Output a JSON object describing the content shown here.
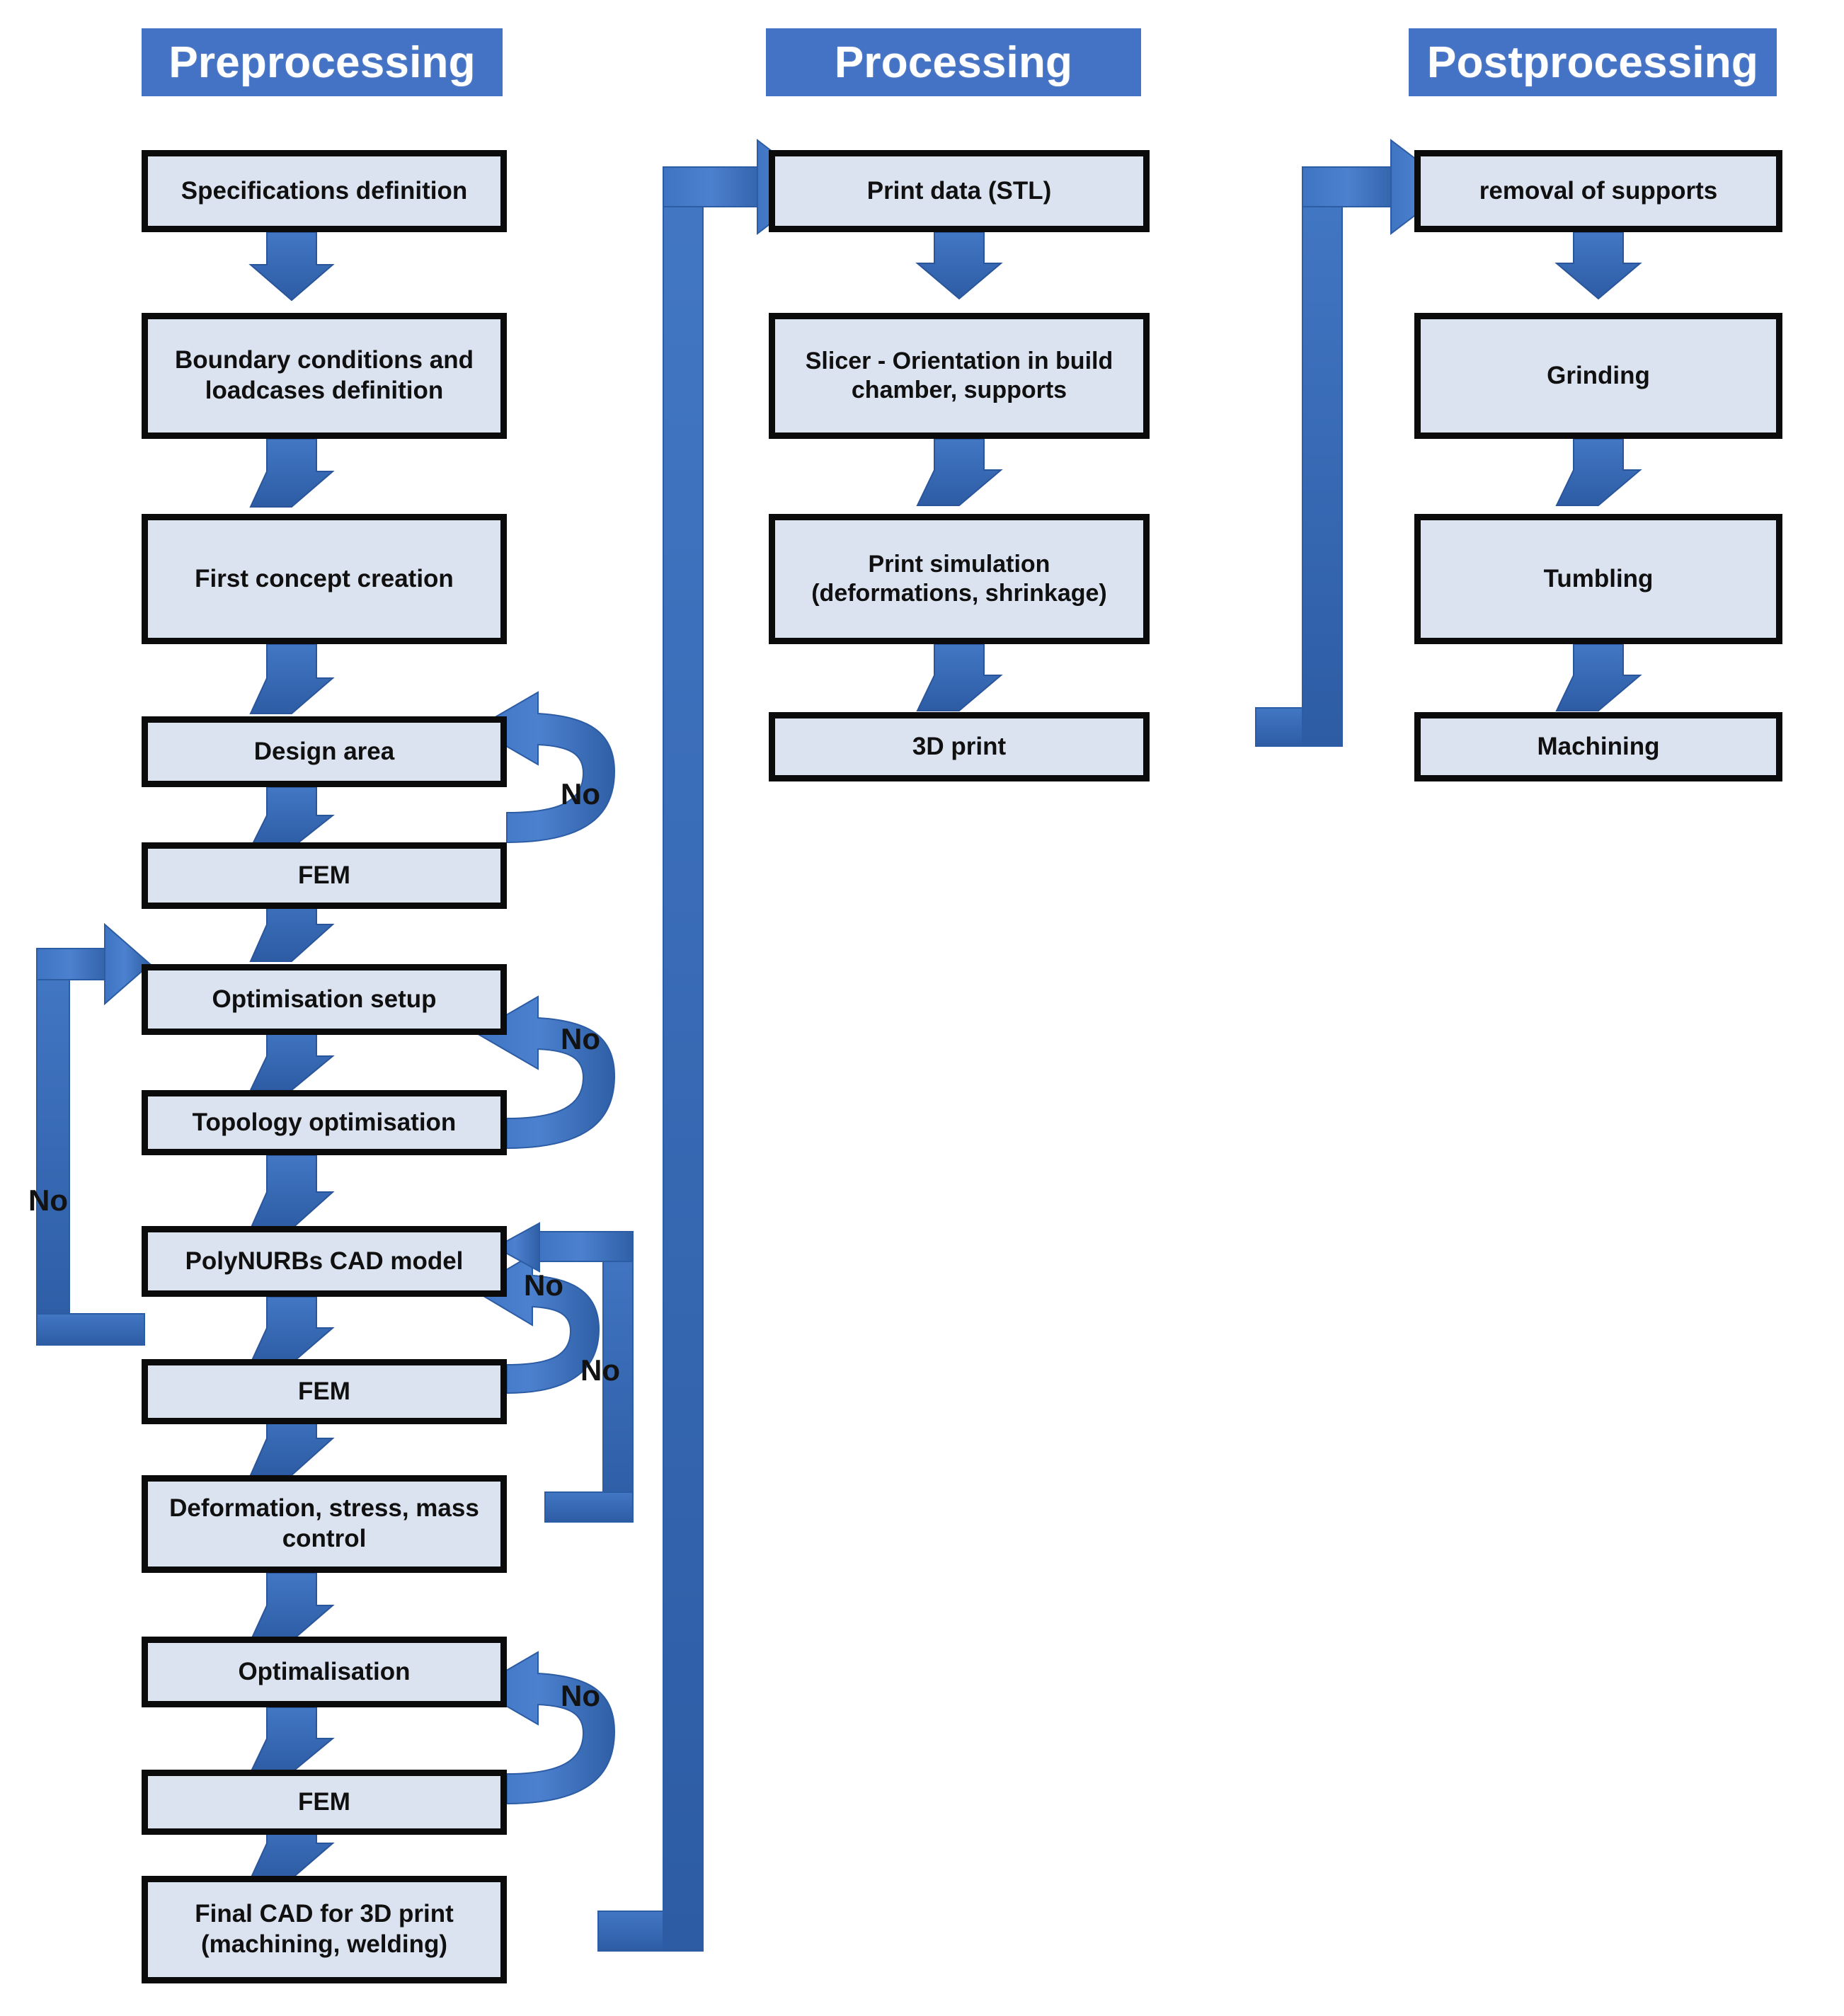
{
  "lanes": [
    {
      "id": "preprocessing",
      "title": "Preprocessing"
    },
    {
      "id": "processing",
      "title": "Processing"
    },
    {
      "id": "postprocessing",
      "title": "Postprocessing"
    }
  ],
  "preprocessing_nodes": [
    {
      "label": "Specifications definition"
    },
    {
      "label": "Boundary conditions and loadcases definition"
    },
    {
      "label": "First concept creation"
    },
    {
      "label": "Design area"
    },
    {
      "label": "FEM"
    },
    {
      "label": "Optimisation setup"
    },
    {
      "label": "Topology optimisation"
    },
    {
      "label": "PolyNURBs CAD model"
    },
    {
      "label": "FEM"
    },
    {
      "label": "Deformation, stress, mass control"
    },
    {
      "label": "Optimalisation"
    },
    {
      "label": "FEM"
    },
    {
      "label": "Final CAD for 3D print (machining, welding)"
    }
  ],
  "processing_nodes": [
    {
      "label": "Print data (STL)"
    },
    {
      "label": "Slicer - Orientation in build chamber, supports"
    },
    {
      "label": "Print simulation (deformations, shrinkage)"
    },
    {
      "label": "3D print"
    }
  ],
  "postprocessing_nodes": [
    {
      "label": "removal of supports"
    },
    {
      "label": "Grinding"
    },
    {
      "label": "Tumbling"
    },
    {
      "label": "Machining"
    }
  ],
  "decision_labels": [
    {
      "id": "no-design-fem",
      "text": "No"
    },
    {
      "id": "no-optsetup-topology",
      "text": "No"
    },
    {
      "id": "no-polynurbs-fem",
      "text": "No"
    },
    {
      "id": "no-deformation-polynurbs",
      "text": "No"
    },
    {
      "id": "no-fem-optsetup-left",
      "text": "No"
    },
    {
      "id": "no-optimalisation-fem",
      "text": "No"
    }
  ],
  "colors": {
    "lane_header_bg": "#4472C4",
    "lane_header_text": "#FFFFFF",
    "node_fill": "#DCE3F0",
    "node_border": "#0B0B0B",
    "arrow": "#3C74C0",
    "arrow_dark": "#2E5FA8",
    "background": "#FFFFFF"
  }
}
